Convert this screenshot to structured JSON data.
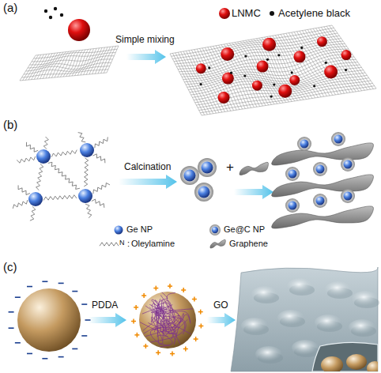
{
  "diagram": {
    "labels": [
      "(a)",
      "Simple mixing",
      "(b)",
      "Calcination",
      "+",
      "(c)",
      "PDDA",
      "GO",
      "N",
      ":"
    ],
    "legend": [
      {
        "text": "LNMC"
      },
      {
        "text": "Acetylene black"
      },
      {
        "text": "Ge NP"
      },
      {
        "text": "Ge@C NP"
      },
      {
        "text": "Oleylamine"
      },
      {
        "text": "Graphene"
      }
    ]
  }
}
